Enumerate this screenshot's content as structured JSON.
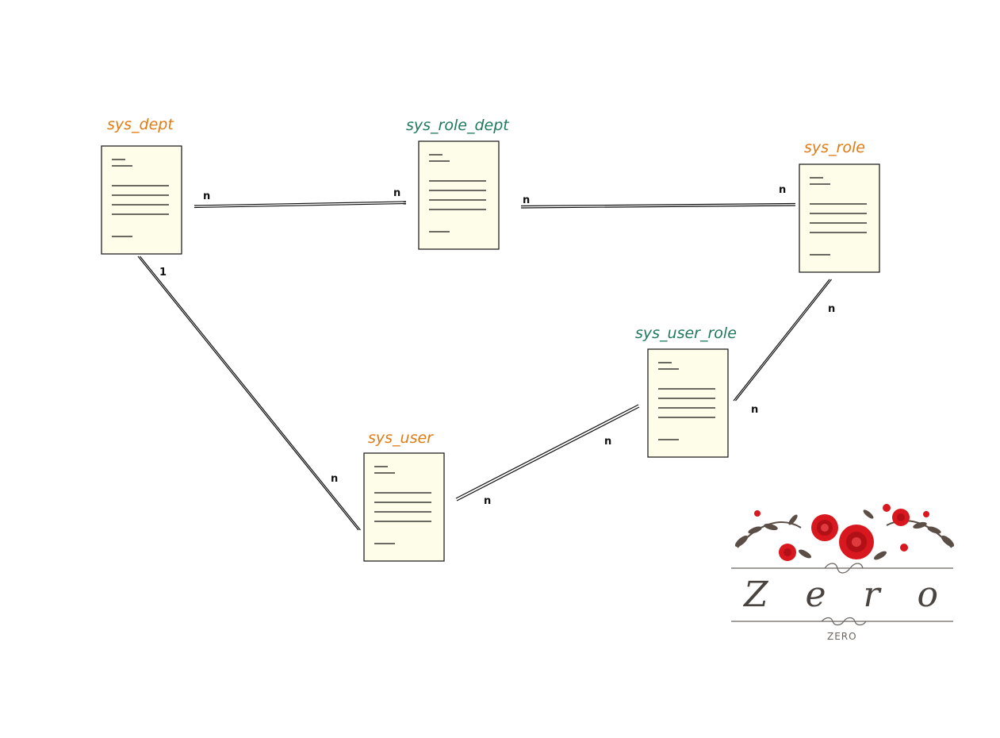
{
  "colors": {
    "main_table": "#e07b12",
    "relation_table": "#1f7a5a",
    "card_fill": "#fefde9",
    "line": "#111111",
    "logo_text": "#4a4440",
    "rose": "#d8181e",
    "leaf": "#5a4e46"
  },
  "entities": [
    {
      "id": "sys_dept",
      "label": "sys_dept",
      "kind": "main_table"
    },
    {
      "id": "sys_role_dept",
      "label": "sys_role_dept",
      "kind": "relation_table"
    },
    {
      "id": "sys_role",
      "label": "sys_role",
      "kind": "main_table"
    },
    {
      "id": "sys_user_role",
      "label": "sys_user_role",
      "kind": "relation_table"
    },
    {
      "id": "sys_user",
      "label": "sys_user",
      "kind": "main_table"
    }
  ],
  "relations": [
    {
      "from": "sys_dept",
      "to": "sys_role_dept",
      "from_card": "n",
      "to_card": "n"
    },
    {
      "from": "sys_role_dept",
      "to": "sys_role",
      "from_card": "n",
      "to_card": "n"
    },
    {
      "from": "sys_dept",
      "to": "sys_user",
      "from_card": "1",
      "to_card": "n"
    },
    {
      "from": "sys_role",
      "to": "sys_user_role",
      "from_card": "n",
      "to_card": "n"
    },
    {
      "from": "sys_user_role",
      "to": "sys_user",
      "from_card": "n",
      "to_card": "n"
    }
  ],
  "logo": {
    "word": "Zero",
    "caption": "ZERO",
    "icon": "rose-garland-icon"
  }
}
